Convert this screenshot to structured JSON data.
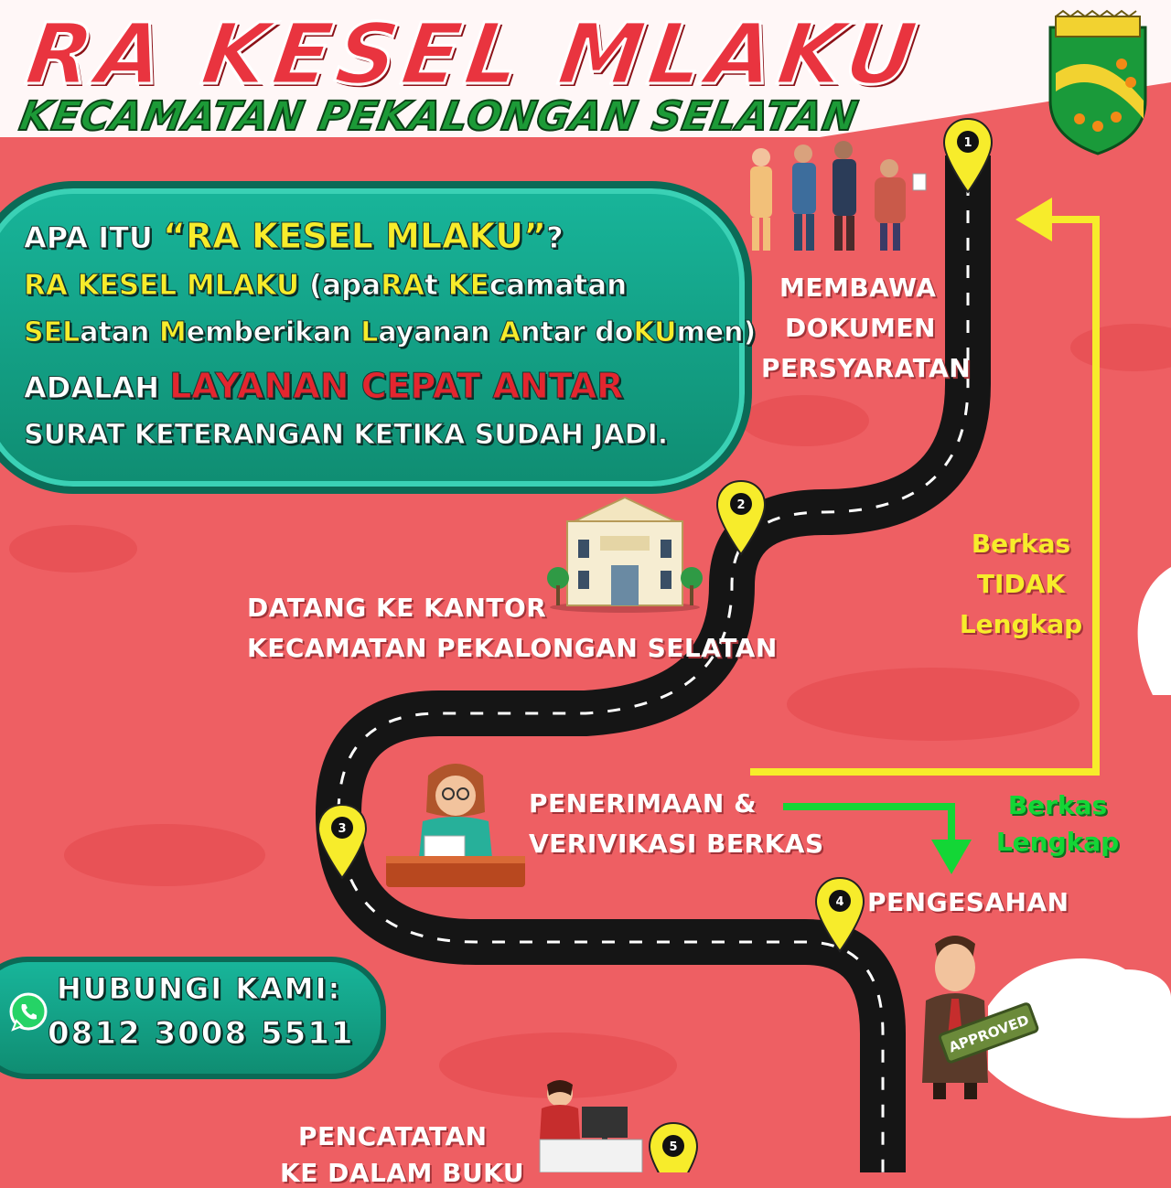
{
  "header": {
    "title": "RA KESEL MLAKU",
    "subtitle": "KECAMATAN PEKALONGAN SELATAN"
  },
  "info": {
    "q_prefix": "APA ITU ",
    "q_name": "“RA KESEL MLAKU”",
    "q_suffix": "?",
    "l2_a": "RA KESEL MLAKU",
    "l2_b": " (apa",
    "l2_c": "RA",
    "l2_d": "t ",
    "l2_e": "KE",
    "l2_f": "camatan",
    "l3_a": "SEL",
    "l3_b": "atan ",
    "l3_c": "M",
    "l3_d": "emberikan ",
    "l3_e": "L",
    "l3_f": "ayanan ",
    "l3_g": "A",
    "l3_h": "ntar do",
    "l3_i": "KU",
    "l3_j": "men)",
    "l4_a": "ADALAH ",
    "l4_b": "LAYANAN CEPAT ANTAR",
    "l5": "SURAT KETERANGAN KETIKA SUDAH JADI."
  },
  "steps": {
    "s1_num": "1",
    "s1_l1": "MEMBAWA",
    "s1_l2": "DOKUMEN",
    "s1_l3": "PERSYARATAN",
    "s2_num": "2",
    "s2_l1": "DATANG KE KANTOR",
    "s2_l2": "KECAMATAN PEKALONGAN SELATAN",
    "s3_num": "3",
    "s3_l1": "PENERIMAAN &",
    "s3_l2": "VERIVIKASI BERKAS",
    "s4_num": "4",
    "s4_l1": "PENGESAHAN",
    "s5_num": "5",
    "s5_l1": "PENCATATAN",
    "s5_l2": "KE DALAM BUKU"
  },
  "flow": {
    "incomplete_l1": "Berkas",
    "incomplete_l2": "TIDAK",
    "incomplete_l3": "Lengkap",
    "complete_l1": "Berkas",
    "complete_l2": "Lengkap"
  },
  "stamp": "APPROVED",
  "contact": {
    "label": "HUBUNGI KAMI:",
    "phone": "0812 3008 5511"
  },
  "colors": {
    "background": "#ee5f63",
    "title_red": "#e9343f",
    "subtitle_green": "#1c9a37",
    "box_teal": "#12a287",
    "highlight_yellow": "#f7ec2b",
    "road": "#111111",
    "arrow_green": "#13d636"
  },
  "icons": [
    "whatsapp-icon",
    "location-pin-icon",
    "office-building-icon",
    "people-queue-icon",
    "receptionist-icon",
    "official-approved-icon",
    "municipal-crest-icon"
  ]
}
